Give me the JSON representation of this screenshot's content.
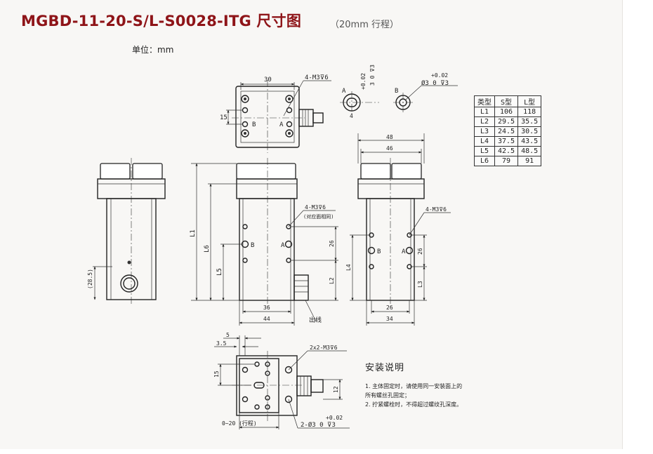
{
  "title": "MGBD-11-20-S/L-S0028-ITG 尺寸图",
  "subtitle": "（20mm 行程）",
  "unit_label": "单位：mm",
  "top_view": {
    "dim_width": "30",
    "dim_side": "15",
    "hole_label": "4-M3⊽6",
    "label_a": "A",
    "label_b": "B"
  },
  "detail_a": {
    "label": "A",
    "tolerance": "+0.02",
    "spec": "3  0  ⊽3",
    "dim": "4"
  },
  "detail_b": {
    "label": "B",
    "tolerance": "+0.02",
    "spec": "Ø3  0  ⊽3"
  },
  "spec_table": {
    "headers": [
      "类型",
      "S型",
      "L型"
    ],
    "rows": [
      [
        "L1",
        "106",
        "118"
      ],
      [
        "L2",
        "29.5",
        "35.5"
      ],
      [
        "L3",
        "24.5",
        "30.5"
      ],
      [
        "L4",
        "37.5",
        "43.5"
      ],
      [
        "L5",
        "42.5",
        "48.5"
      ],
      [
        "L6",
        "79",
        "91"
      ]
    ]
  },
  "left_view": {
    "dim_side": "(28.5)"
  },
  "front_view": {
    "dim_l1": "L1",
    "dim_l6": "L6",
    "dim_l5": "L5",
    "dim_l2": "L2",
    "dim_26": "26",
    "dim_36": "36",
    "dim_44": "44",
    "hole_label": "4-M3⊽6",
    "hole_note": "(对应面相同)",
    "label_a": "A",
    "label_b": "B",
    "cable_label": "出线"
  },
  "side_view": {
    "dim_48": "48",
    "dim_46": "46",
    "dim_26": "26",
    "dim_34": "34",
    "dim_l4": "L4",
    "dim_l3": "L3",
    "dim_26v": "26",
    "hole_label": "4-M3⊽6",
    "label_a": "A",
    "label_b": "B"
  },
  "bottom_view": {
    "dim_5": "5",
    "dim_3_5": "3.5",
    "dim_15": "15",
    "dim_12": "12",
    "stroke_label": "0~20 (行程)",
    "hole_label": "2x2-M3⊽6",
    "pin_label": "2-Ø3  0  ⊽3",
    "pin_tolerance": "+0.02"
  },
  "install_notes": {
    "title": "安装说明",
    "items": [
      "1. 主体固定时，请使用同一安装面上的",
      "所有螺丝孔固定；",
      "2. 拧紧螺栓时，不得超过螺纹孔深度。"
    ]
  }
}
